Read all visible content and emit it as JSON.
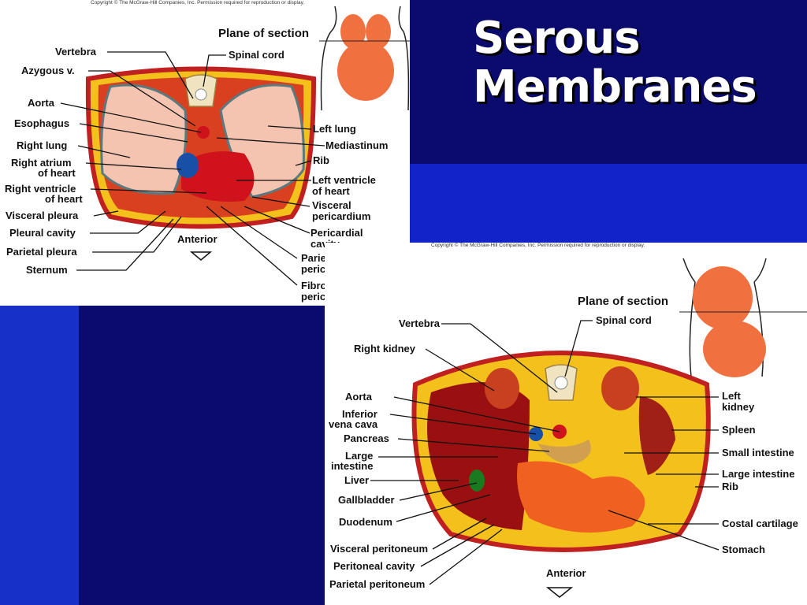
{
  "slide": {
    "title_line1": "Serous",
    "title_line2": "Membranes"
  },
  "copyright": "Copyright © The McGraw-Hill Companies, Inc. Permission required for reproduction or display.",
  "thorax": {
    "plane_label": "Plane of section",
    "anterior_label": "Anterior",
    "labels_left": [
      "Vertebra",
      "Azygous v.",
      "Aorta",
      "Esophagus",
      "Right lung",
      "Right atrium",
      "of heart",
      "Right ventricle",
      "of heart",
      "Visceral pleura",
      "Pleural cavity",
      "Parietal pleura",
      "Sternum"
    ],
    "labels_right": [
      "Spinal cord",
      "Left lung",
      "Mediastinum",
      "Rib",
      "Left ventricle",
      "of heart",
      "Visceral",
      "pericardium",
      "Pericardial",
      "cavity",
      "Parietal",
      "pericardium",
      "Fibrous",
      "pericardium"
    ]
  },
  "abdomen": {
    "plane_label": "Plane of section",
    "anterior_label": "Anterior",
    "labels_left": [
      "Vertebra",
      "Right kidney",
      "Aorta",
      "Inferior",
      "vena cava",
      "Pancreas",
      "Large",
      "intestine",
      "Liver",
      "Gallbladder",
      "Duodenum",
      "Visceral peritoneum",
      "Peritoneal cavity",
      "Parietal peritoneum"
    ],
    "labels_right": [
      "Spinal cord",
      "Left",
      "kidney",
      "Spleen",
      "Small intestine",
      "Large intestine",
      "Rib",
      "Costal cartilage",
      "Stomach"
    ]
  },
  "colors": {
    "background": "#0a0a7a",
    "band": "#1224c8",
    "title": "#ffffff"
  }
}
